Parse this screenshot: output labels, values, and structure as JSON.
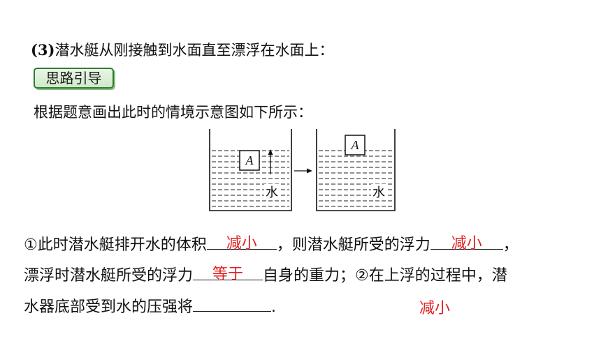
{
  "heading": {
    "number": "(3)",
    "text": "潜水艇从刚接触到水面直至漂浮在水面上："
  },
  "badge": {
    "label": "思路引导"
  },
  "intro": {
    "text": "根据题意画出此时的情境示意图如下所示："
  },
  "figure": {
    "left_block_label": "A",
    "right_block_label": "A",
    "left_liquid_label": "水",
    "right_liquid_label": "水"
  },
  "question": {
    "p1_prefix": "①此时潜水艇排开水的体积",
    "blank1_answer": "减小",
    "p1_mid": "，则潜水艇所受的浮力",
    "blank2_answer": "减小",
    "p1_end": "，",
    "p2_prefix": "漂浮时潜水艇所受的浮力",
    "blank3_answer": "等于",
    "p2_mid": "自身的重力；②在上浮的过程中，潜",
    "p3_prefix": "水器底部受到水的压强将",
    "p3_end": ".",
    "blank4_answer": "减小"
  },
  "colors": {
    "answer": "#e02020",
    "badge_border": "#2e7d32",
    "badge_fill": "#d6eed0"
  }
}
